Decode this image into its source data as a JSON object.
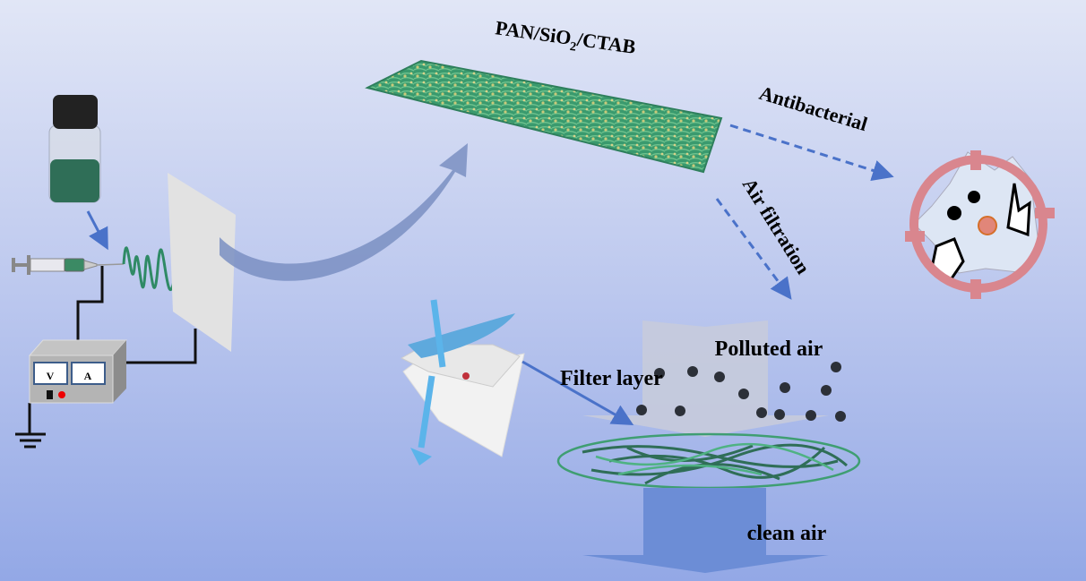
{
  "title_parts": {
    "main": "PAN/SiO",
    "sub": "2",
    "tail": "/CTAB"
  },
  "labels": {
    "antibacterial": "Antibacterial",
    "air_filtration": "Air filtration",
    "polluted_air": "Polluted air",
    "filter_layer": "Filter layer",
    "clean_air": "clean air"
  },
  "power_supply": {
    "voltmeter": "V",
    "ammeter": "A"
  },
  "colors": {
    "fiber_green": "#2f8a65",
    "arrow_blue": "#4a72c9",
    "target_red": "#d9868e",
    "solution": "#2f6e57"
  }
}
